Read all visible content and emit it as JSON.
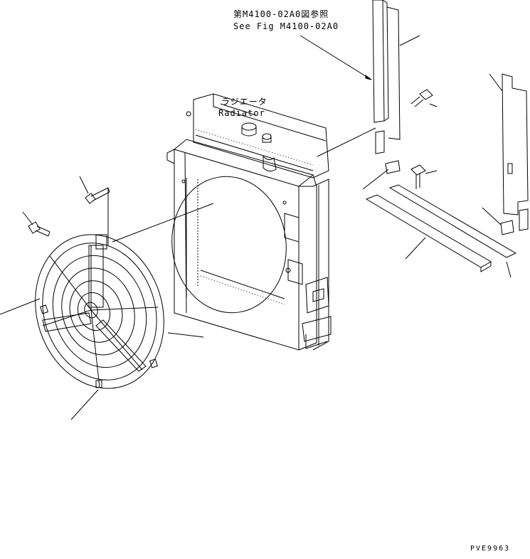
{
  "reference": {
    "jp": "第M4100-02A0図参照",
    "en": "See Fig M4100-02A0"
  },
  "radiator": {
    "jp": "ラジエータ",
    "en": "Radiator"
  },
  "drawing_code": "PVE9963",
  "colors": {
    "ink": "#000000",
    "paper": "#ffffff"
  }
}
